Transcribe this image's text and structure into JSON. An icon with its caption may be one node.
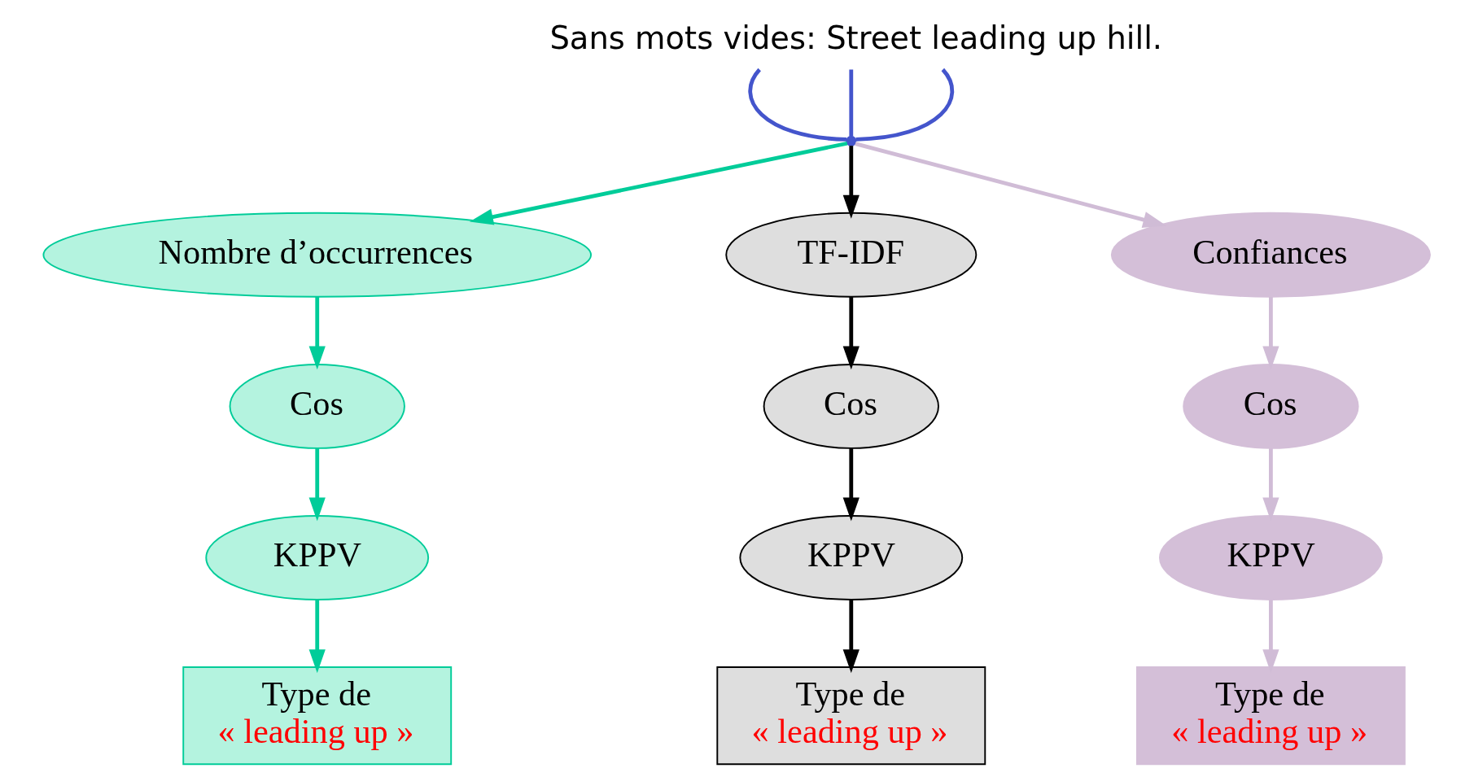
{
  "diagram": {
    "nodes": [
      {
        "text": [
          "Sans mots vides: Street leading up hill."
        ]
      },
      {
        "text": [],
        "shape": "point"
      },
      {
        "text": [
          "Nombre d’occurrences"
        ]
      },
      {
        "text": [
          "TF-IDF"
        ]
      },
      {
        "text": [
          "Confiances"
        ]
      },
      {
        "text": [
          "Cos"
        ]
      },
      {
        "text": [
          "Cos"
        ]
      },
      {
        "text": [
          "Cos"
        ]
      },
      {
        "text": [
          "KPPV"
        ]
      },
      {
        "text": [
          "KPPV"
        ]
      },
      {
        "text": [
          "KPPV"
        ]
      },
      {
        "text": [
          "Type de",
          "« leading up »"
        ]
      },
      {
        "text": [
          "Type de",
          "« leading up »"
        ]
      },
      {
        "text": [
          "Type de",
          "« leading up »"
        ]
      }
    ],
    "edges": [
      {
        "from": 0,
        "to": 1,
        "arrow": "none",
        "color": "#4455cc"
      },
      {
        "from": 0,
        "to": 1,
        "arrow": "none",
        "color": "#4455cc"
      },
      {
        "from": 0,
        "to": 1,
        "arrow": "none",
        "color": "#4455cc"
      },
      {
        "from": 1,
        "to": 2,
        "arrow": "to",
        "color": "#00cc99"
      },
      {
        "from": 1,
        "to": 3,
        "arrow": "to",
        "color": "#000000"
      },
      {
        "from": 1,
        "to": 4,
        "arrow": "to",
        "color": "#d0bcd6"
      },
      {
        "from": 2,
        "to": 5,
        "arrow": "to",
        "color": "#00cc99"
      },
      {
        "from": 3,
        "to": 6,
        "arrow": "to",
        "color": "#000000"
      },
      {
        "from": 4,
        "to": 7,
        "arrow": "to",
        "color": "#d0bcd6"
      },
      {
        "from": 5,
        "to": 8,
        "arrow": "to",
        "color": "#00cc99"
      },
      {
        "from": 6,
        "to": 9,
        "arrow": "to",
        "color": "#000000"
      },
      {
        "from": 7,
        "to": 10,
        "arrow": "to",
        "color": "#d0bcd6"
      },
      {
        "from": 8,
        "to": 11,
        "arrow": "to",
        "color": "#00cc99"
      },
      {
        "from": 9,
        "to": 12,
        "arrow": "to",
        "color": "#000000"
      },
      {
        "from": 10,
        "to": 13,
        "arrow": "to",
        "color": "#d0bcd6"
      }
    ]
  }
}
